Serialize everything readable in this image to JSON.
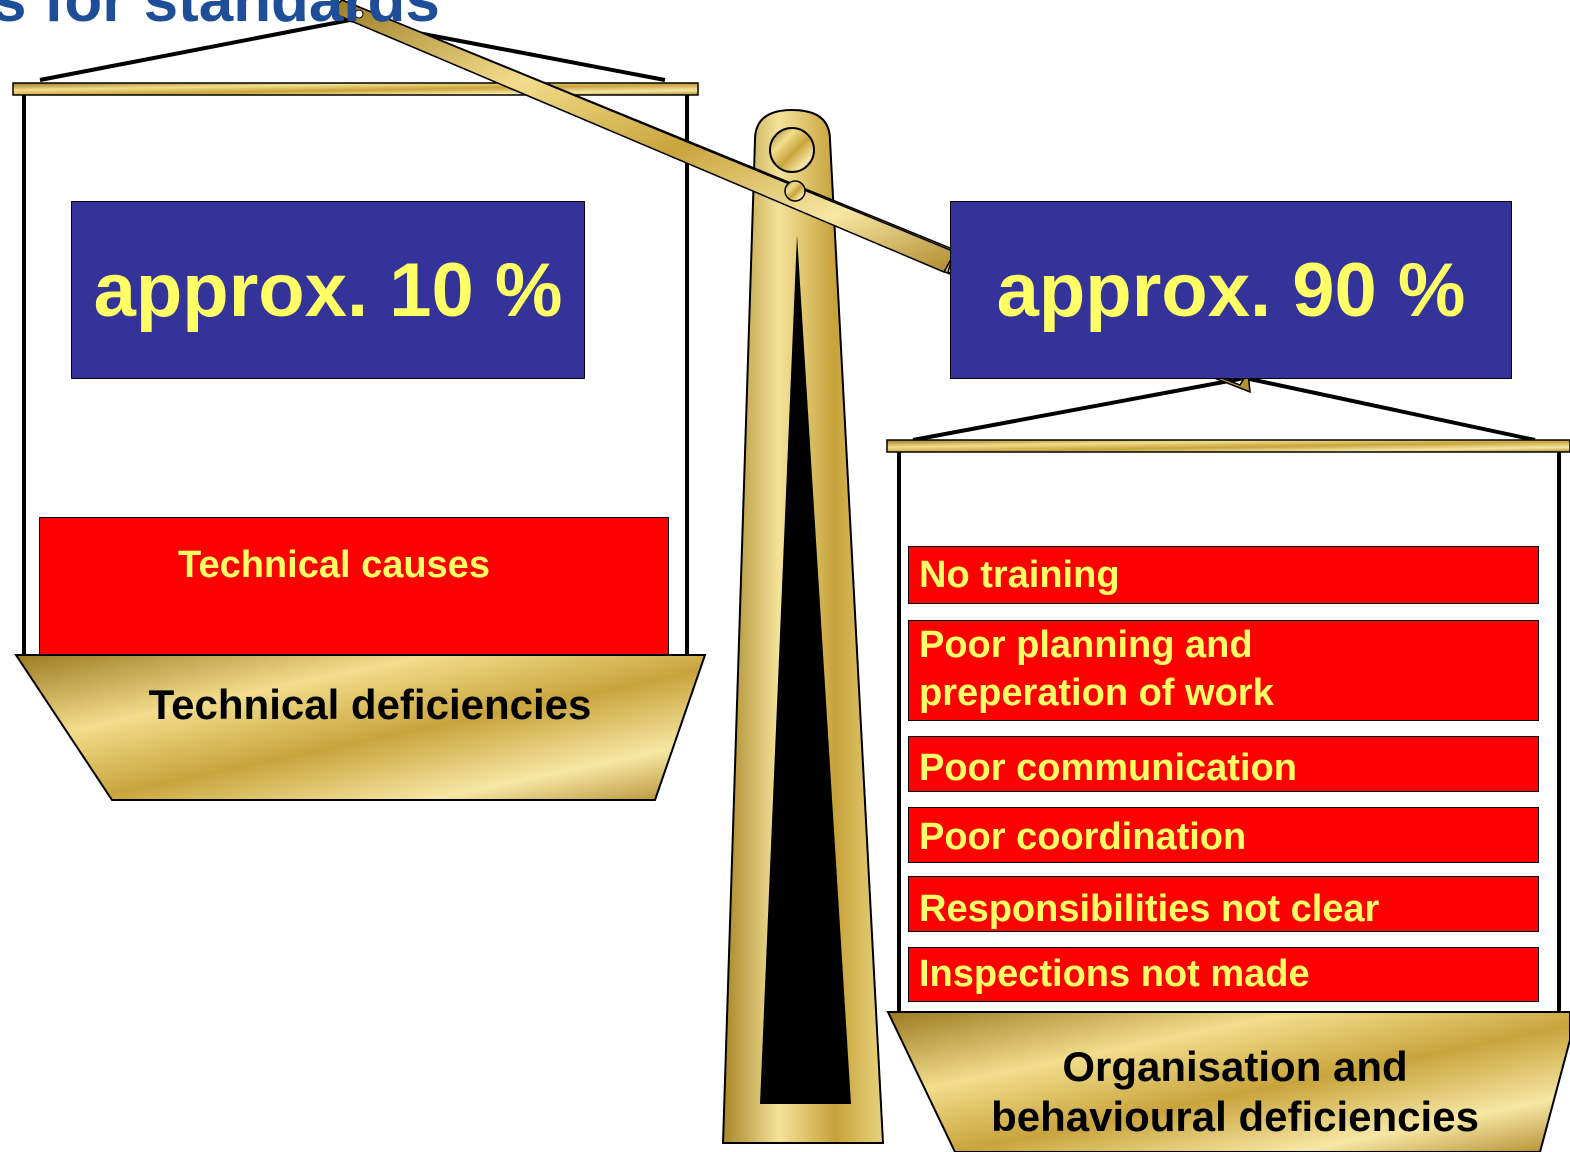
{
  "title": "s for standards",
  "left": {
    "percentage": "approx. 10 %",
    "cause": "Technical causes",
    "pan_label": "Technical deficiencies"
  },
  "right": {
    "percentage": "approx. 90 %",
    "causes": [
      "No training",
      "Poor planning and preperation of work",
      "Poor communication",
      "Poor coordination",
      "Responsibilities not clear",
      "Inspections not made"
    ],
    "pan_label": "Organisation and behavioural deficiencies"
  },
  "colors": {
    "title": "#1f4e99",
    "label_box": "#333399",
    "label_text": "#ffff66",
    "cause_box": "#ff0000",
    "gold": "#d4b24c"
  }
}
